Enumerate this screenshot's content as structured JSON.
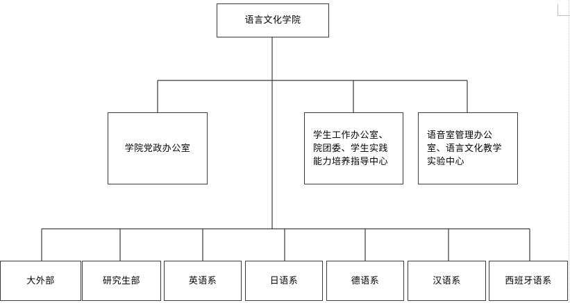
{
  "root": {
    "label": "语言文化学院"
  },
  "offices": [
    {
      "label": "学院党政办公室"
    },
    {
      "label": "学生工作办公室、\n院团委、学生实践\n能力培养指导中心"
    },
    {
      "label": "语音室管理办公\n室、语言文化教学\n实验中心"
    }
  ],
  "departments": [
    {
      "label": "大外部"
    },
    {
      "label": "研究生部"
    },
    {
      "label": "英语系"
    },
    {
      "label": "日语系"
    },
    {
      "label": "德语系"
    },
    {
      "label": "汉语系"
    },
    {
      "label": "西班牙语系"
    }
  ],
  "colors": {
    "line": "#3a3a3a",
    "box_border": "#3a3a3a",
    "background": "#ffffff"
  }
}
